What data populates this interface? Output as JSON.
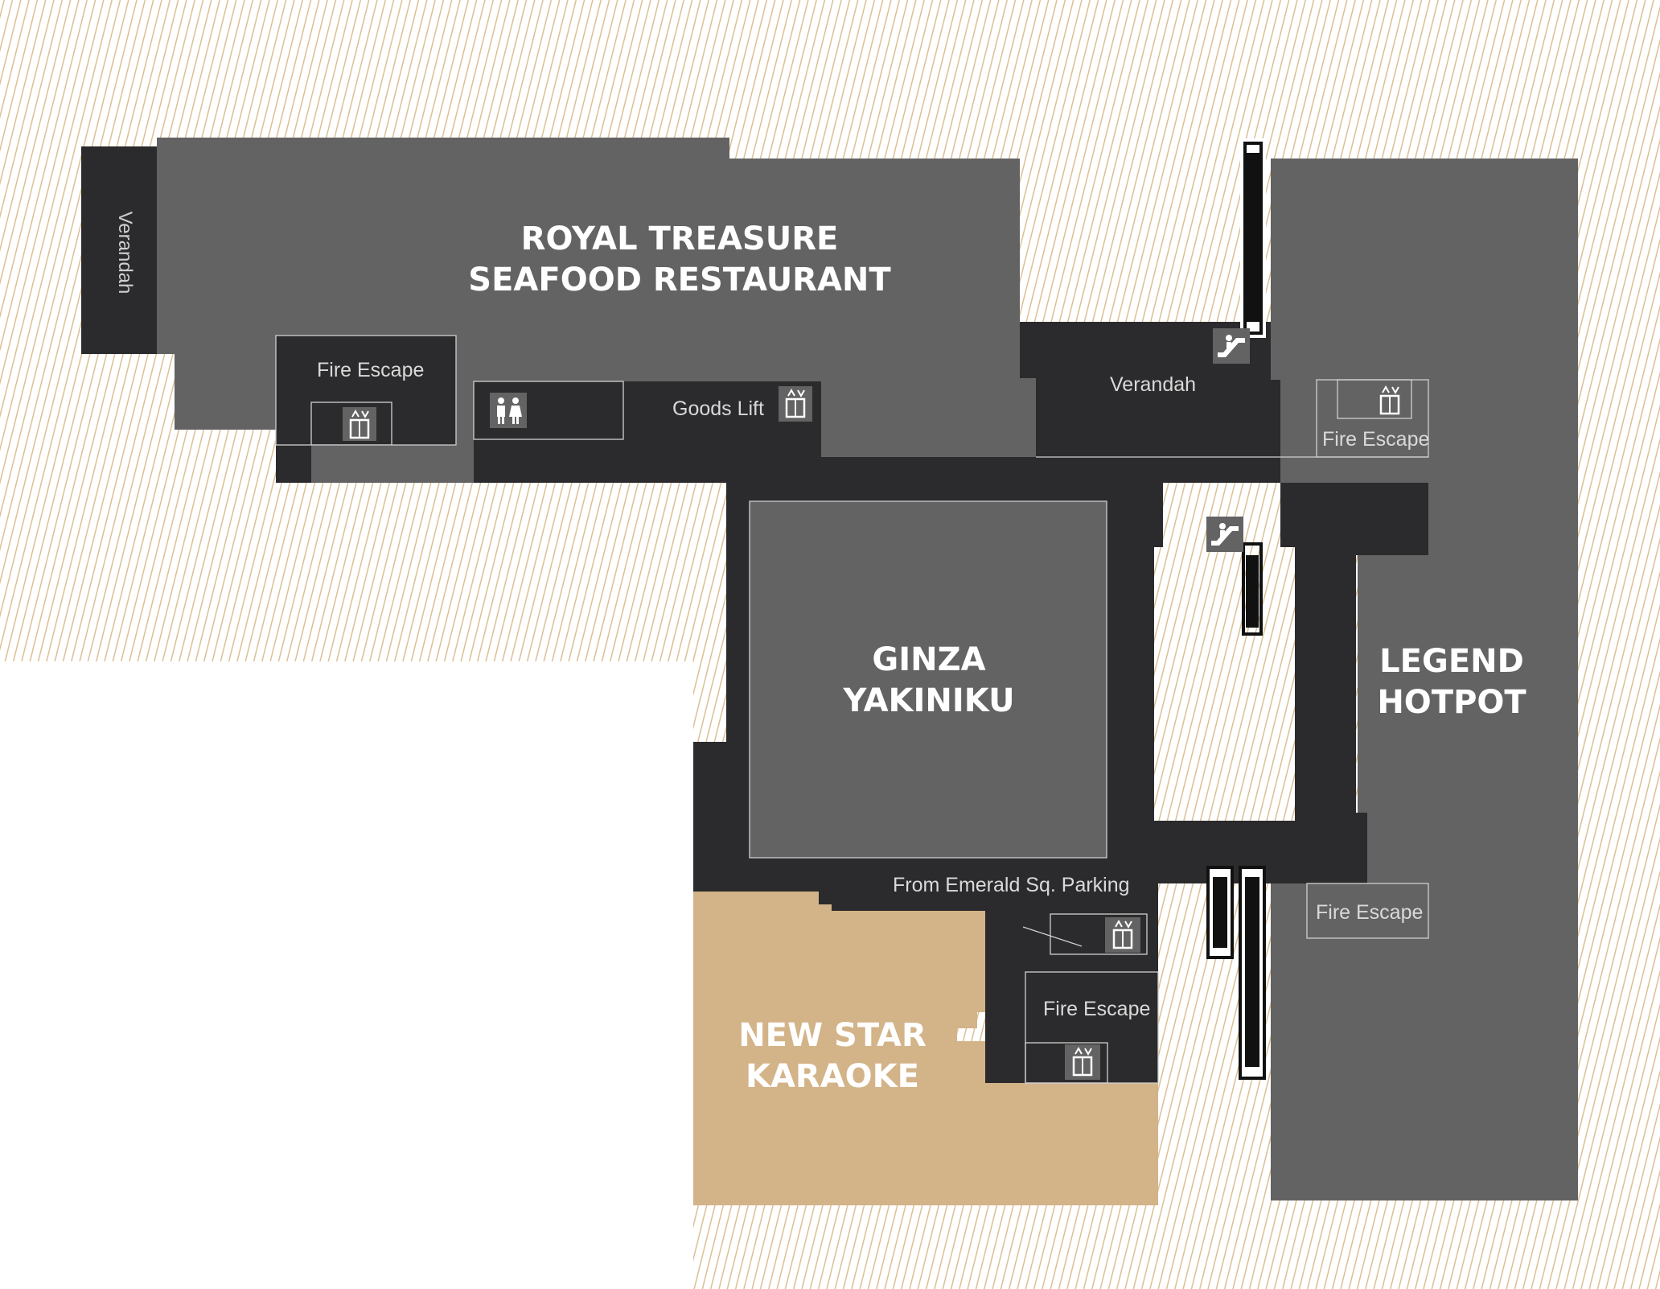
{
  "colors": {
    "corridor": "#2b2b2d",
    "tenant": "#636363",
    "highlight": "#d3b388",
    "hatch": "#d8b98c",
    "outline": "#cfcfcf",
    "label": "#d9d9d9"
  },
  "tenants": {
    "royal_treasure": [
      "ROYAL TREASURE",
      "SEAFOOD RESTAURANT"
    ],
    "ginza": [
      "GINZA",
      "YAKINIKU"
    ],
    "legend": [
      "LEGEND",
      "HOTPOT"
    ],
    "new_star": [
      "NEW STAR",
      "KARAOKE"
    ]
  },
  "labels": {
    "verandah_west": "Verandah",
    "verandah_north": "Verandah",
    "fire_escape_west": "Fire Escape",
    "fire_escape_northeast": "Fire Escape",
    "fire_escape_east": "Fire Escape",
    "fire_escape_south": "Fire Escape",
    "goods_lift": "Goods Lift",
    "from_parking": "From Emerald Sq. Parking"
  },
  "icons": [
    "lift-icon",
    "toilet-icon",
    "escalator-icon"
  ]
}
